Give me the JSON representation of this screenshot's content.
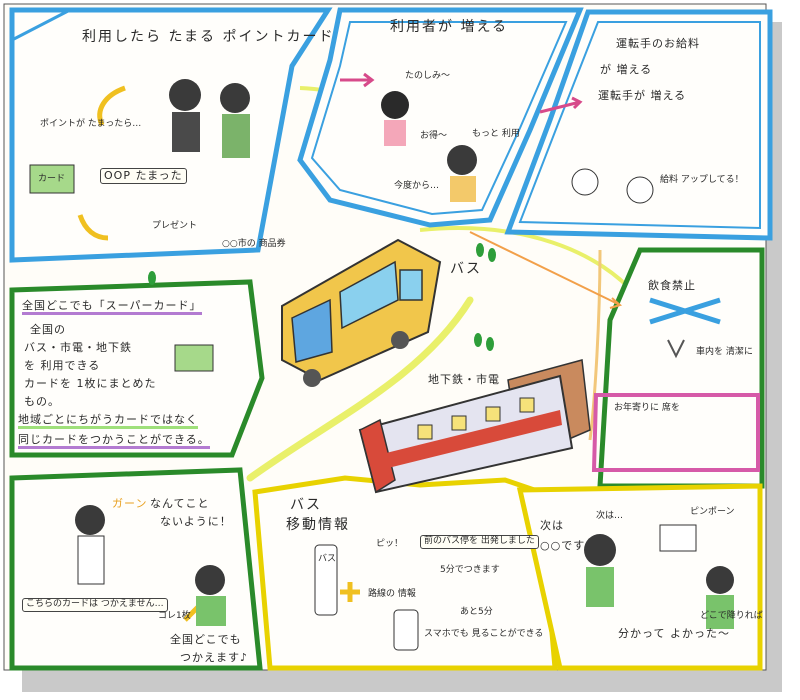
{
  "colors": {
    "blue_frame": "#3aa0e0",
    "green_frame": "#2a8a2a",
    "yellow_frame": "#e8d200",
    "pink_frame": "#d65aa8",
    "ink": "#2a2a2a",
    "bus_yellow": "#f1c64b",
    "path_yellow": "#e9f06a"
  },
  "icons": [
    "bus-illustration",
    "subway-train-illustration",
    "footprint-icon",
    "arrow-icon",
    "smartphone-icon",
    "card-icon",
    "person-drawing"
  ],
  "panels": {
    "point_card": {
      "title": "利用したら たまる ポイントカード",
      "bubble1": "ポイントが たまったら…",
      "bubble2": "OOP たまった",
      "card_text": "カード",
      "present": "プレゼント",
      "bottom_note": "○○市の 商品券"
    },
    "users": {
      "title": "利用者が 増える",
      "speech1": "たのしみ～",
      "speech2": "お得～",
      "speech3": "もっと 利用",
      "speech4": "今度から…"
    },
    "salary": {
      "title_line1": "運転手のお給料",
      "title_line2": "が 増える",
      "title_line3": "運転手が 増える",
      "salary_up": "給料 アップしてる！"
    },
    "transport": {
      "bus_label": "バス",
      "train_label": "地下鉄・市電"
    },
    "manners": {
      "no_food": "飲食禁止",
      "in_car": "車内を 清潔に",
      "friendly": "お年寄りに 席を"
    },
    "super_card": {
      "title": "全国どこでも「スーパーカード」",
      "body_line1": "全国の",
      "body_line2": "バス・市電・地下鉄",
      "body_line3": "を 利用できる",
      "body_line4": "カードを 1枚にまとめた",
      "body_line5": "もの。",
      "body_line6": "地域ごとにちがうカードではなく",
      "body_line7": "同じカードをつかうことができる。"
    },
    "no_worry": {
      "shock": "ガーン",
      "top_text1": "なんてこと",
      "top_text2": "ないように！",
      "card_note": "こちらのカードは つかえません…",
      "one_card": "コレ1枚",
      "bottom_text1": "全国どこでも",
      "bottom_text2": "つかえます♪"
    },
    "bus_info": {
      "title1": "バス",
      "title2": "移動情報",
      "kind1": "ピッ！",
      "note1": "前のバス停を 出発しました",
      "note2": "5分でつきます",
      "sign": "バス",
      "section1": "路線の 情報",
      "section2": "あと5分",
      "bottom_note": "スマホでも 見ることができる"
    },
    "announce": {
      "line1": "次は",
      "line2": "○○です",
      "line3": "ピンポーン",
      "bubble": "分かって よかった～",
      "side1": "次は…",
      "side2": "どこで降りれば"
    }
  }
}
